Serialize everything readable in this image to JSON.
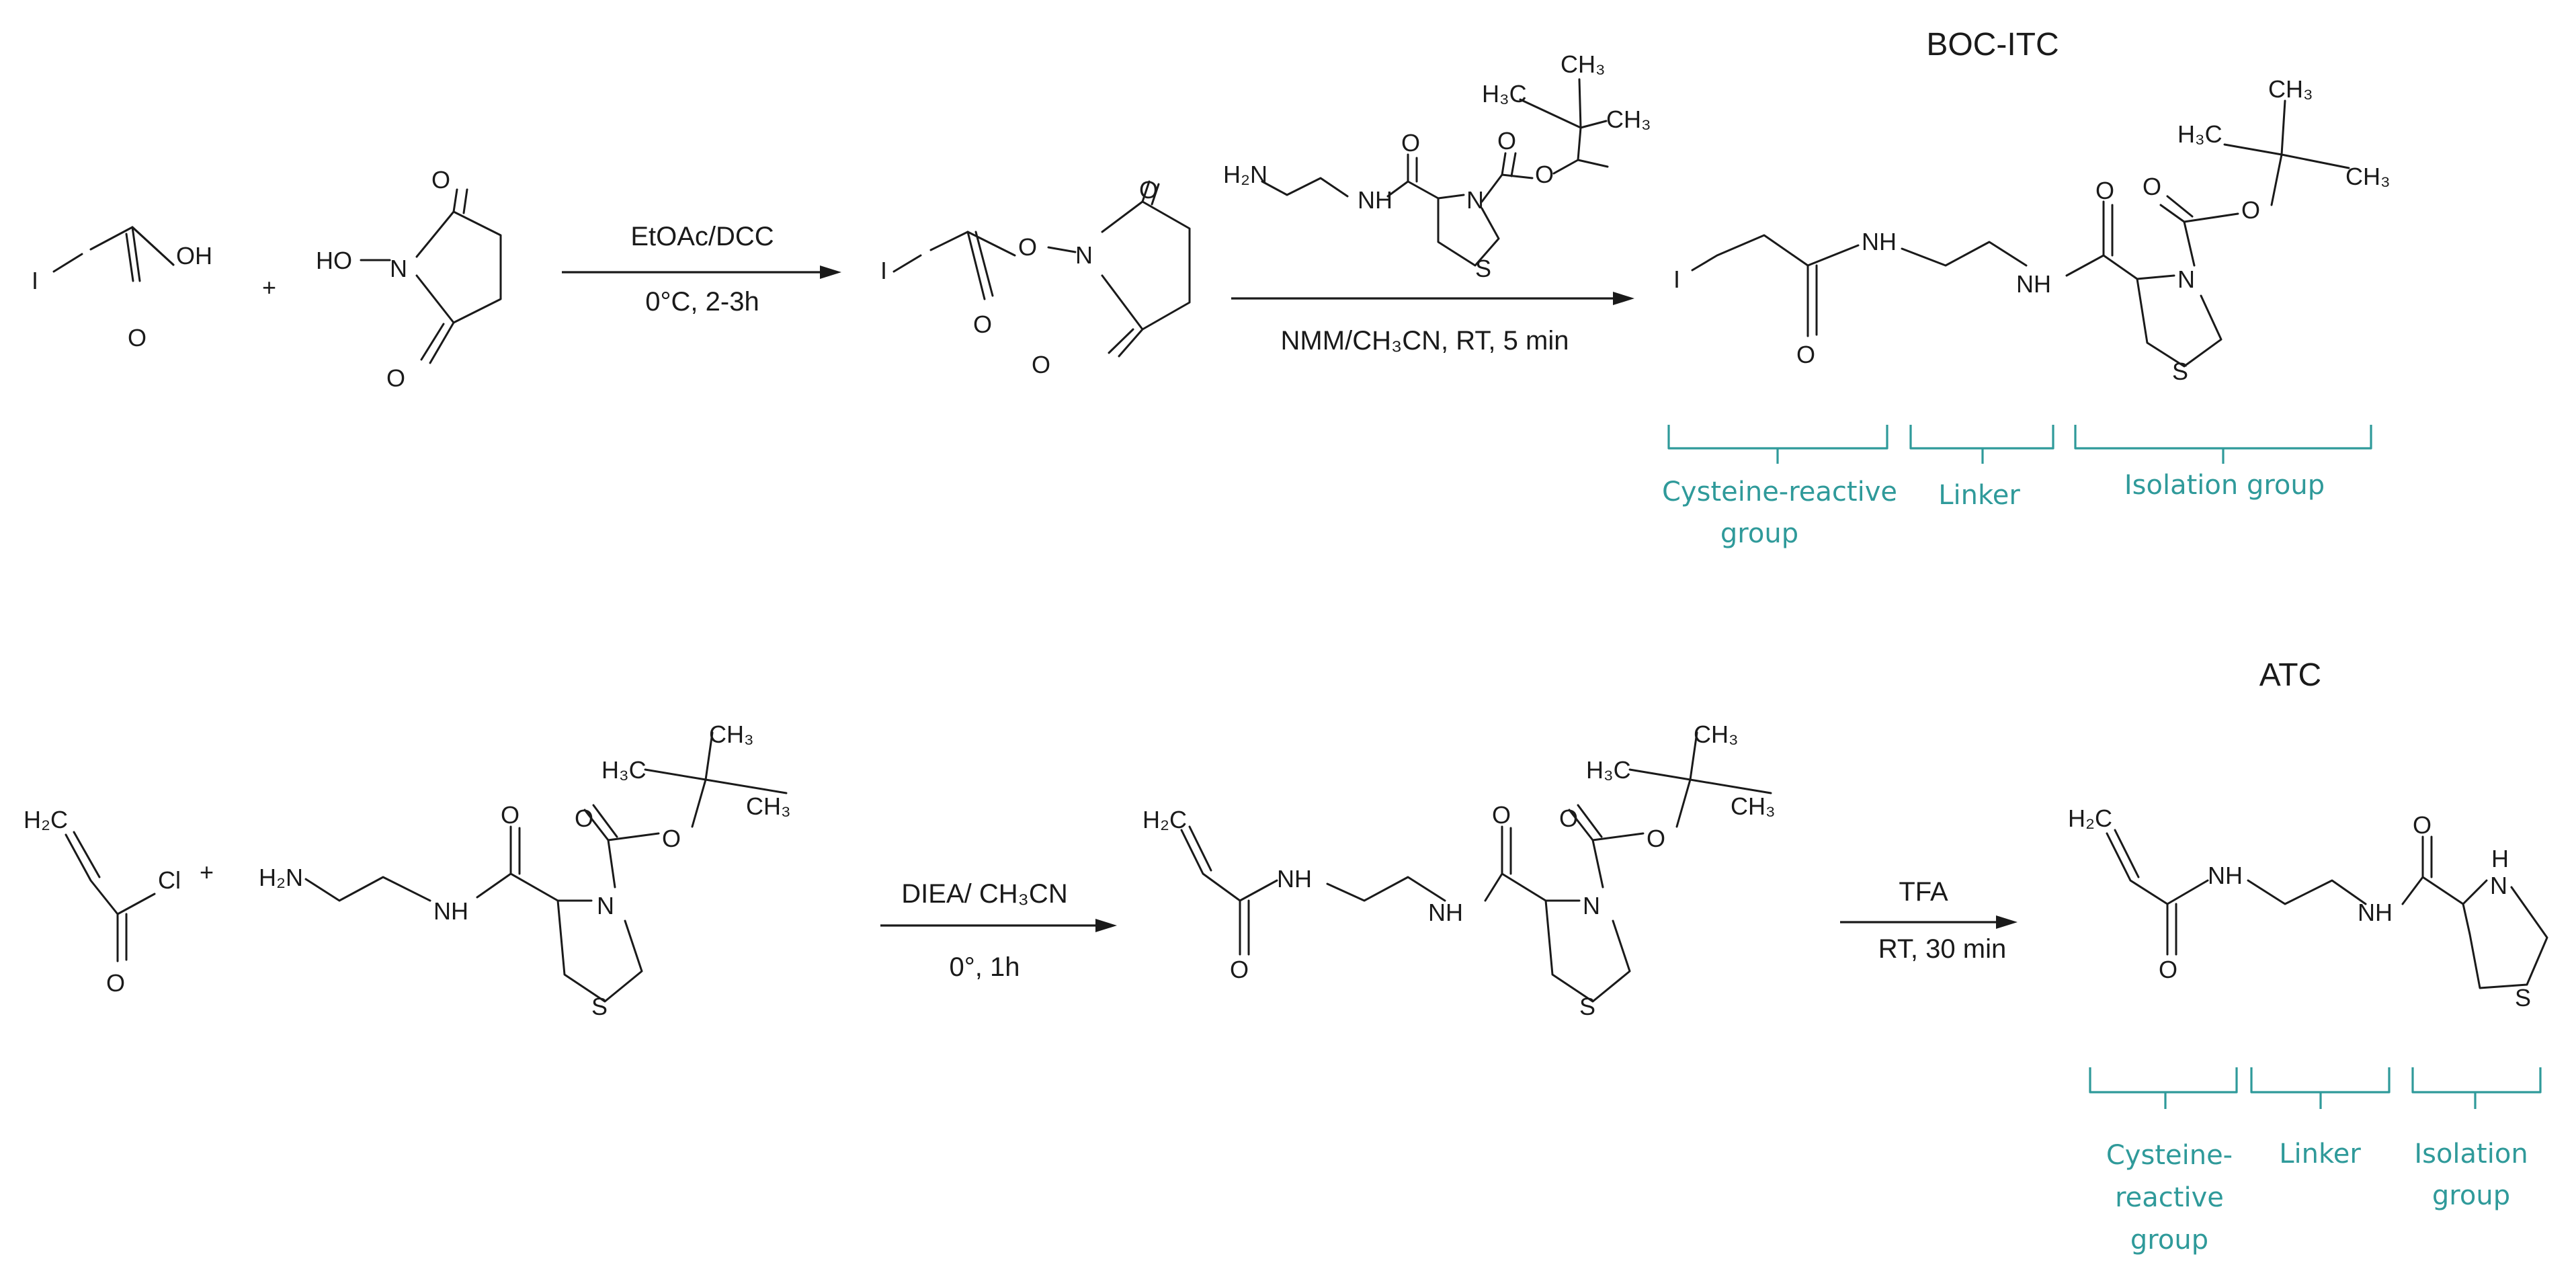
{
  "reaction1": {
    "reagent_1": {
      "atom_I": "I",
      "atom_O_carbonyl": "O",
      "atom_OH": "OH"
    },
    "plus_1": "+",
    "reagent_2": {
      "atom_HO": "HO",
      "atom_N": "N",
      "atom_O_top": "O",
      "atom_O_bottom": "O"
    },
    "arrow_1": {
      "above": "EtOAc/DCC",
      "below": "0°C, 2-3h"
    },
    "intermediate": {
      "atom_I": "I",
      "atom_O_carbonyl": "O",
      "atom_O_link": "O",
      "atom_N": "N",
      "atom_O_top": "O",
      "atom_O_bottom": "O"
    },
    "reagent_above_arrow": {
      "atom_H2N": "H₂N",
      "atom_NH": "NH",
      "atom_O_amide": "O",
      "atom_N": "N",
      "atom_S": "S",
      "atom_O_boc_carbonyl": "O",
      "atom_O_boc_ester": "O",
      "atom_H3C": "H₃C",
      "atom_CH3_top": "CH₃",
      "atom_CH3_right": "CH₃"
    },
    "arrow_2": {
      "below": "NMM/CH₃CN, RT, 5 min"
    },
    "product": {
      "name": "BOC-ITC",
      "atom_I": "I",
      "atom_O_carbonyl": "O",
      "atom_NH_1": "NH",
      "atom_NH_2": "NH",
      "atom_O_amide": "O",
      "atom_N": "N",
      "atom_S": "S",
      "atom_O_boc_carbonyl": "O",
      "atom_O_boc_ester": "O",
      "atom_H3C": "H₃C",
      "atom_CH3_top": "CH₃",
      "atom_CH3_right": "CH₃"
    },
    "groups": {
      "cysteine_line1": "Cysteine-reactive",
      "cysteine_line2": "group",
      "linker": "Linker",
      "isolation": "Isolation group"
    }
  },
  "reaction2": {
    "reagent_1": {
      "atom_H2C": "H₂C",
      "atom_O": "O",
      "atom_Cl": "Cl"
    },
    "plus_1": "+",
    "reagent_2": {
      "atom_H2N": "H₂N",
      "atom_NH": "NH",
      "atom_O_amide": "O",
      "atom_N": "N",
      "atom_S": "S",
      "atom_O_boc_carbonyl": "O",
      "atom_O_boc_ester": "O",
      "atom_H3C": "H₃C",
      "atom_CH3_top": "CH₃",
      "atom_CH3_right": "CH₃"
    },
    "arrow_1": {
      "above": "DIEA/ CH₃CN",
      "below": "0°, 1h"
    },
    "intermediate": {
      "atom_H2C": "H₂C",
      "atom_O": "O",
      "atom_NH_1": "NH",
      "atom_NH_2": "NH",
      "atom_O_amide": "O",
      "atom_N": "N",
      "atom_S": "S",
      "atom_O_boc_carbonyl": "O",
      "atom_O_boc_ester": "O",
      "atom_H3C": "H₃C",
      "atom_CH3_top": "CH₃",
      "atom_CH3_right": "CH₃"
    },
    "arrow_2": {
      "above": "TFA",
      "below": "RT, 30 min"
    },
    "product": {
      "name": "ATC",
      "atom_H2C": "H₂C",
      "atom_O": "O",
      "atom_NH_1": "NH",
      "atom_NH_2": "NH",
      "atom_O_amide": "O",
      "atom_H": "H",
      "atom_N": "N",
      "atom_S": "S"
    },
    "groups": {
      "cysteine_line1": "Cysteine-",
      "cysteine_line2": "reactive",
      "cysteine_line3": "group",
      "linker": "Linker",
      "isolation_line1": "Isolation",
      "isolation_line2": "group"
    }
  }
}
